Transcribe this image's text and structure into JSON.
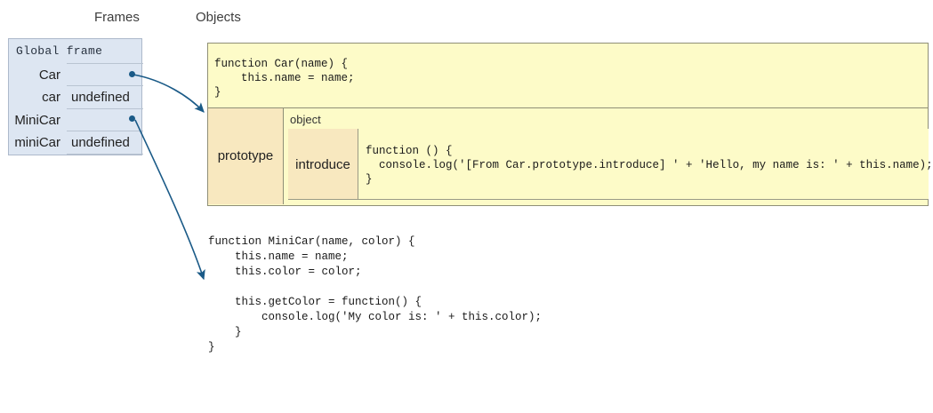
{
  "headings": {
    "frames": "Frames",
    "objects": "Objects"
  },
  "colors": {
    "frame_bg": "#dde6f2",
    "frame_border": "#adb9cb",
    "object_bg": "#fdfbc8",
    "object_key_bg": "#f8e8bf",
    "object_border": "#8f8f77",
    "arrow": "#1a5a87",
    "pointer_dot": "#1a5a87"
  },
  "global_frame": {
    "title": "Global frame",
    "variables": [
      {
        "name": "Car",
        "value": "",
        "is_pointer": true
      },
      {
        "name": "car",
        "value": "undefined",
        "is_pointer": false
      },
      {
        "name": "MiniCar",
        "value": "",
        "is_pointer": true
      },
      {
        "name": "miniCar",
        "value": "undefined",
        "is_pointer": false
      }
    ]
  },
  "objects": {
    "car_function": {
      "code": "function Car(name) {\n    this.name = name;\n}"
    },
    "car_prototype": {
      "key_label": "prototype",
      "value_type_label": "object",
      "properties": [
        {
          "key": "introduce",
          "code": "function () {\n  console.log('[From Car.prototype.introduce] ' + 'Hello, my name is: ' + this.name);\n}"
        }
      ]
    },
    "minicar_function": {
      "code": "function MiniCar(name, color) {\n    this.name = name;\n    this.color = color;\n\n    this.getColor = function() {\n        console.log('My color is: ' + this.color);\n    }\n}"
    }
  },
  "arrows": [
    {
      "from": "Car",
      "to": "car-function-object"
    },
    {
      "from": "MiniCar",
      "to": "minicar-function-object"
    }
  ]
}
